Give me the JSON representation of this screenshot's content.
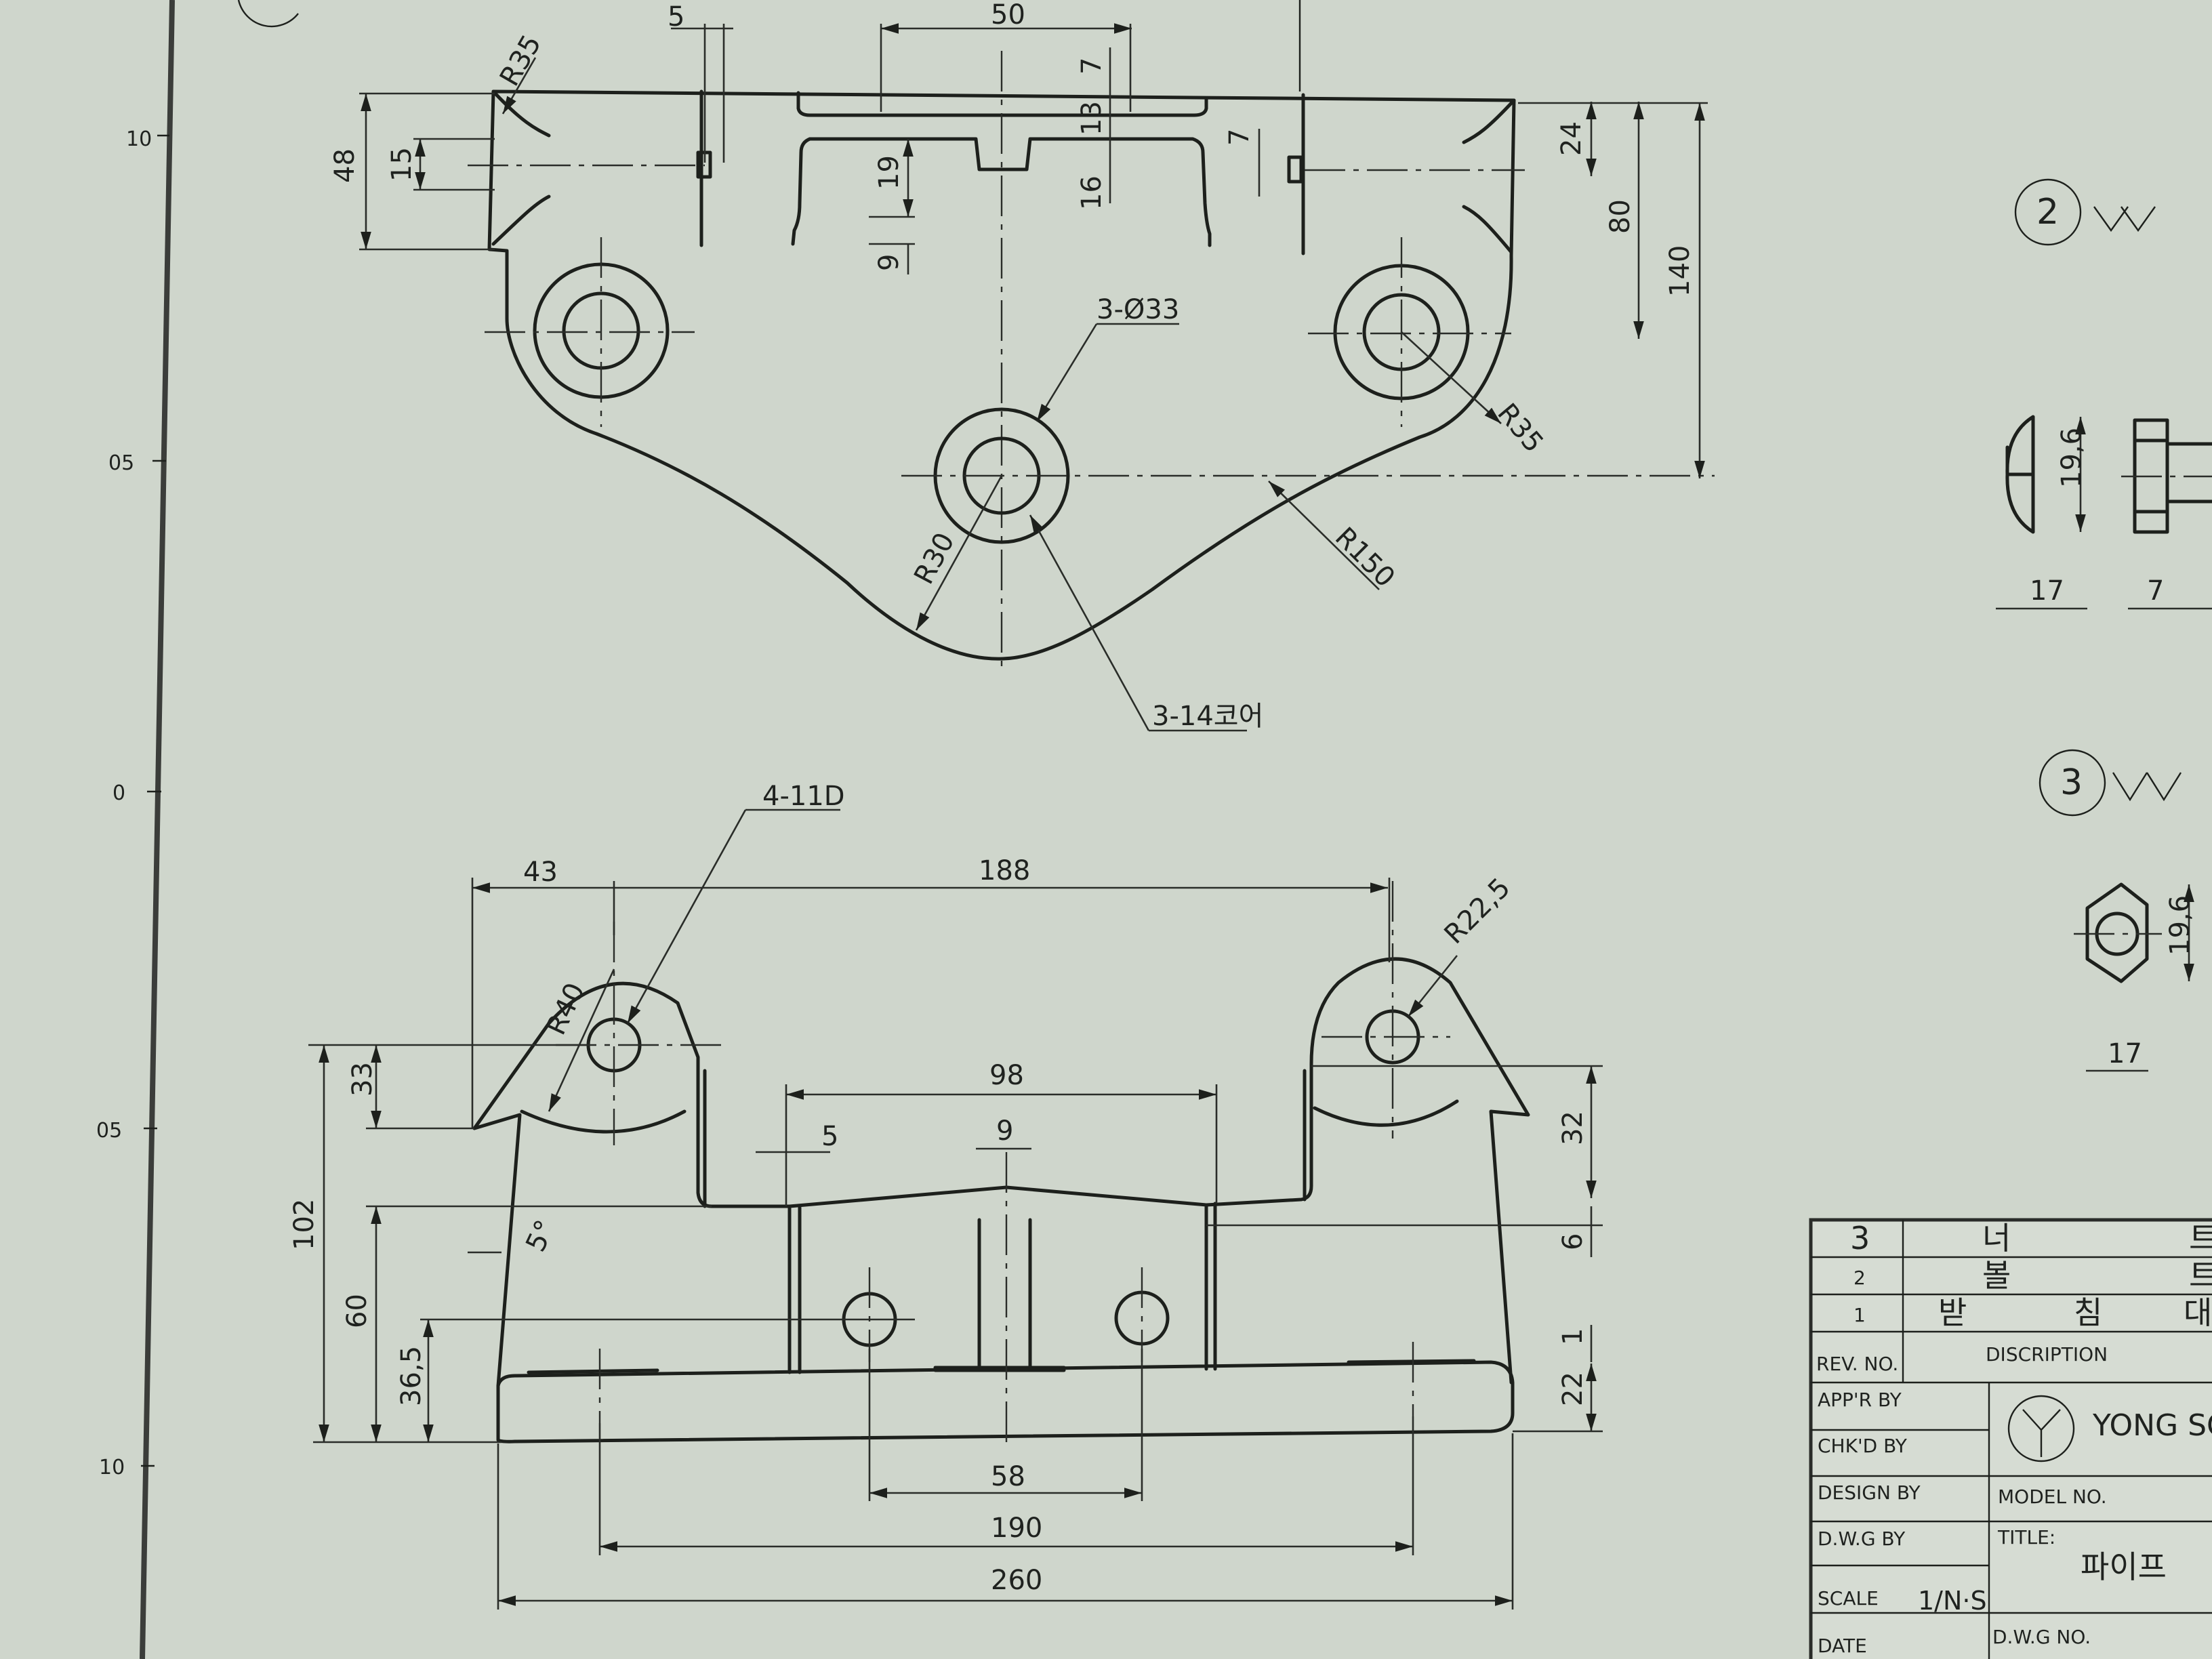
{
  "top_view": {
    "dims": {
      "d5": "5",
      "d50": "50",
      "d7": "7",
      "d13": "13",
      "d16": "16",
      "d48": "48",
      "d15": "15",
      "d19": "19",
      "d9": "9",
      "d7b": "7",
      "d24": "24",
      "d80": "80",
      "d140": "140",
      "r35a": "R35",
      "r35b": "R35",
      "r30": "R30",
      "r150": "R150"
    },
    "notes": {
      "holes": "3-Ø33",
      "core": "3-14코어"
    }
  },
  "front_view": {
    "dims": {
      "d43": "43",
      "d188": "188",
      "r225": "R22,5",
      "r40": "R40",
      "d33": "33",
      "d98": "98",
      "d5": "5",
      "d9": "9",
      "d32": "32",
      "d6": "6",
      "d1": "1",
      "d22": "22",
      "d102": "102",
      "d60": "60",
      "d365": "36,5",
      "d58": "58",
      "d190": "190",
      "d260": "260",
      "angle": "5°"
    },
    "notes": {
      "holes": "4-11D"
    }
  },
  "ruler": {
    "r1": "10",
    "r2": "05",
    "r3": "0",
    "r4": "05",
    "r5": "10"
  },
  "details": {
    "mark2": "2",
    "mark3": "3",
    "bolt_dims": {
      "h": "19,6",
      "w": "17",
      "t": "7"
    },
    "nut_dims": {
      "h": "19,6",
      "w": "17"
    }
  },
  "title_block": {
    "rows": [
      {
        "no": "3",
        "a": "너",
        "b": "트"
      },
      {
        "no": "2",
        "a": "볼",
        "b": "트"
      },
      {
        "no": "1",
        "a": "받",
        "b": "침",
        "c": "대"
      }
    ],
    "rev_no": "REV. NO.",
    "description": "DISCRIPTION",
    "appr_by": "APP'R BY",
    "chkd_by": "CHK'D BY",
    "design_by": "DESIGN BY",
    "dwg_by": "D.W.G BY",
    "scale_label": "SCALE",
    "scale_value": "1/N·S",
    "date_label": "DATE",
    "company": "YONG SO",
    "model_no": "MODEL NO.",
    "title_label": "TITLE:",
    "title_value": "파이프",
    "dwg_no": "D.W.G NO."
  }
}
